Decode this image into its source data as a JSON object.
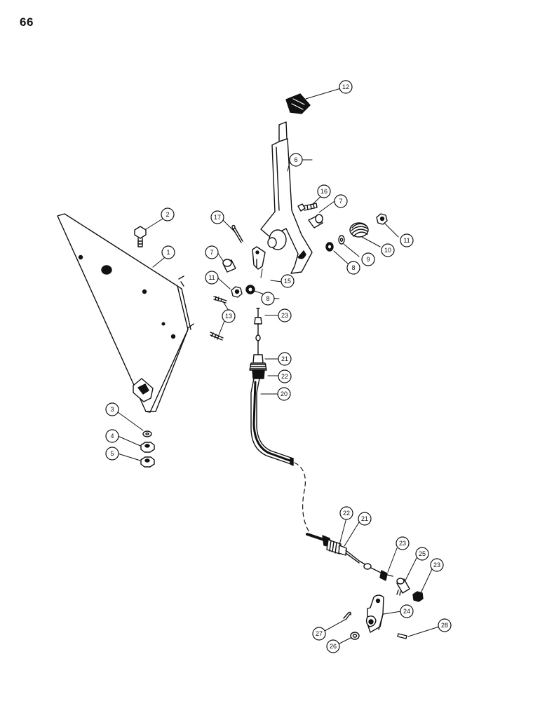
{
  "page_number": "66",
  "callouts": [
    "1",
    "2",
    "3",
    "4",
    "5",
    "6",
    "7",
    "7",
    "8",
    "8",
    "9",
    "10",
    "11",
    "11",
    "12",
    "13",
    "15",
    "16",
    "17",
    "20",
    "21",
    "21",
    "22",
    "22",
    "23",
    "23",
    "23",
    "24",
    "25",
    "26",
    "27",
    "28"
  ]
}
